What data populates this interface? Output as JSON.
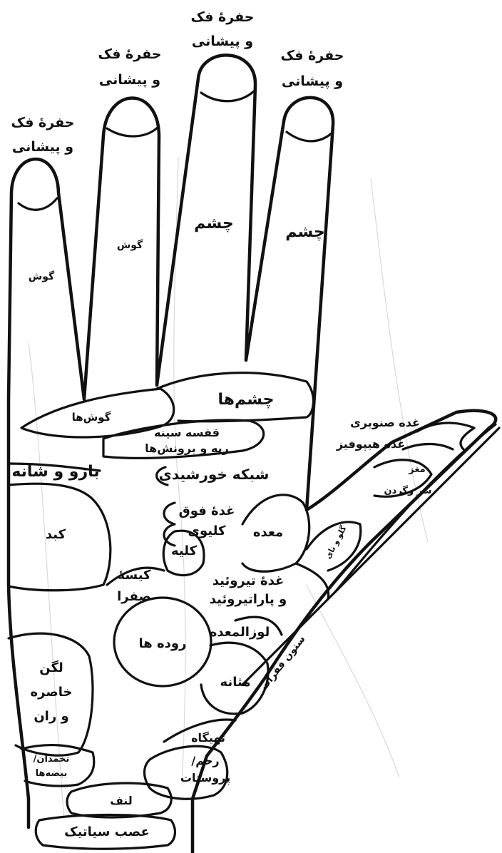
{
  "colors": {
    "ink": "#111111",
    "paper": "#ffffff",
    "faint": "#d9d9d9"
  },
  "fingers": {
    "finger_1": {
      "tip": [
        "حفرهٔ فک",
        "و پیشانی"
      ],
      "zone": "گوش"
    },
    "finger_2": {
      "tip": [
        "حفرهٔ فک",
        "و پیشانی"
      ],
      "zone": "گوش"
    },
    "finger_3": {
      "tip": [
        "حفرهٔ فک",
        "و پیشانی"
      ],
      "zone": "چشم"
    },
    "finger_4": {
      "tip": [
        "حفرهٔ فک",
        "و پیشانی"
      ],
      "zone": "چشم"
    }
  },
  "palm": {
    "ears": "گوش‌ها",
    "eyes": "چشم‌ها",
    "chest": [
      "قفسه سینه",
      "ریه و برونش‌ها"
    ],
    "arm_shoulder": "بازو و شانه",
    "solar_plexus": "شبکه خورشیدی",
    "adrenal": [
      "غدهٔ فوق",
      "کلیوی"
    ],
    "liver": "کبد",
    "kidney": "کلیه",
    "stomach": "معده",
    "gallbladder": [
      "کیسهٔ",
      "صفرا"
    ],
    "thyroid": [
      "غدهٔ تیروئید",
      "و پاراتیروئید"
    ],
    "intestines": "روده ها",
    "pancreas": "لوزالمعده",
    "pelvis": [
      "لگن",
      "خاصره",
      "و ران"
    ],
    "bladder": "مثانه",
    "lumbar": "تهیگاه",
    "ovaries": [
      "تخمدان/",
      "بیضه‌ها"
    ],
    "uterus": [
      "رحم/",
      "پروستات"
    ],
    "lymph": "لنف",
    "sciatic": "عصب سیاتیک"
  },
  "thumb": {
    "pineal": "غده صنوبری",
    "pituitary": "غده هیپوفیز",
    "brain": "مغز",
    "neck": "سر وگردن",
    "throat": "گلو و نای",
    "spine": "ستون فقرات"
  }
}
